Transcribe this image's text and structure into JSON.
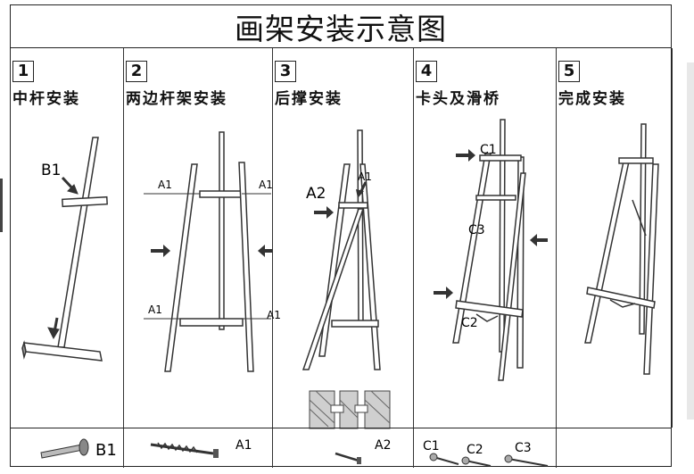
{
  "title": "画架安装示意图",
  "steps": [
    {
      "num": "1",
      "label": "中杆安装",
      "parts": [
        "B1"
      ]
    },
    {
      "num": "2",
      "label": "两边杆架安装",
      "parts": [
        "A1",
        "A1",
        "A1",
        "A1"
      ]
    },
    {
      "num": "3",
      "label": "后撑安装",
      "parts": [
        "A2",
        "A1"
      ]
    },
    {
      "num": "4",
      "label": "卡头及滑桥",
      "parts": [
        "C1",
        "C3",
        "C2"
      ]
    },
    {
      "num": "5",
      "label": "完成安装",
      "parts": []
    }
  ],
  "hardware": [
    {
      "label": "B1"
    },
    {
      "label": "A1"
    },
    {
      "label": "A2"
    },
    {
      "labels": [
        "C1",
        "C2",
        "C3"
      ]
    },
    {
      "label": ""
    }
  ]
}
